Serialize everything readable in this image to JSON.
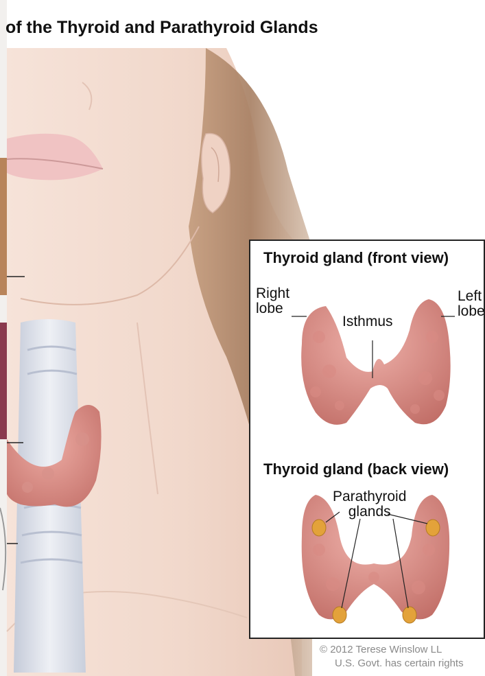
{
  "figure": {
    "title": "of the Thyroid and Parathyroid Glands",
    "inset": {
      "front_view": {
        "heading": "Thyroid gland (front view)",
        "labels": {
          "right_lobe": "Right\nlobe",
          "left_lobe": "Left\nlobe",
          "isthmus": "Isthmus"
        }
      },
      "back_view": {
        "heading": "Thyroid gland (back view)",
        "labels": {
          "parathyroid": "Parathyroid\nglands"
        }
      }
    },
    "credit": {
      "line1": "© 2012 Terese Winslow LL",
      "line2": "U.S. Govt. has certain rights"
    }
  },
  "colors": {
    "skin": "#f3ddd2",
    "hair": "#b58d6f",
    "thyroid": "#d98a84",
    "trachea": "#d9dde8",
    "parathyroid": "#e3a23a",
    "photo_edge": "#8a3a4e"
  }
}
